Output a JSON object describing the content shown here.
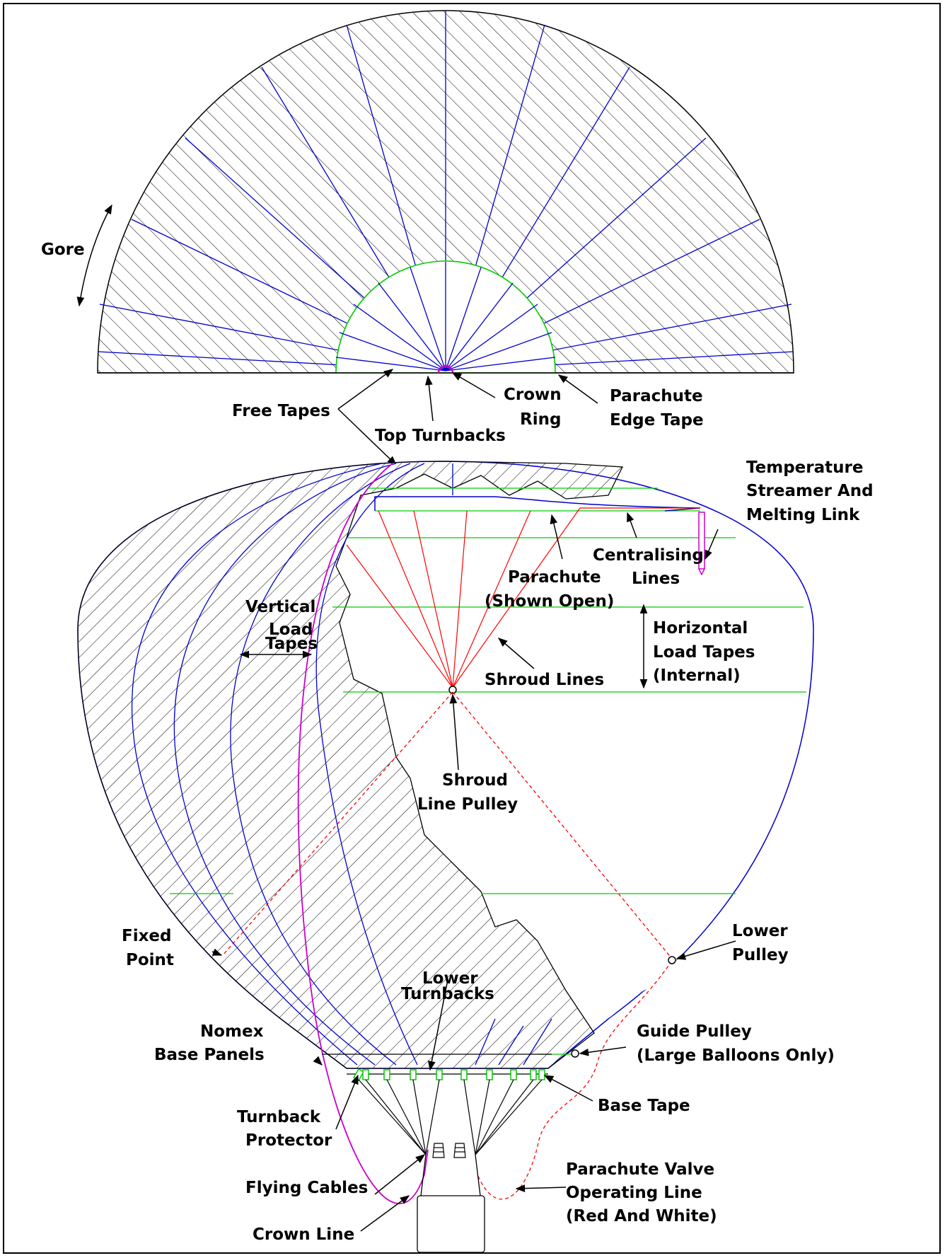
{
  "labels": {
    "gore": "Gore",
    "free_tapes": "Free Tapes",
    "top_turnbacks": "Top Turnbacks",
    "crown_ring_1": "Crown",
    "crown_ring_2": "Ring",
    "parachute_edge_tape_1": "Parachute",
    "parachute_edge_tape_2": "Edge Tape",
    "temperature_1": "Temperature",
    "temperature_2": "Streamer And",
    "temperature_3": "Melting Link",
    "centralising_1": "Centralising",
    "centralising_2": "Lines",
    "parachute_open_1": "Parachute",
    "parachute_open_2": "(Shown Open)",
    "vertical_load_1": "Vertical",
    "vertical_load_2": "Load",
    "vertical_load_3": "Tapes",
    "horizontal_load_1": "Horizontal",
    "horizontal_load_2": "Load Tapes",
    "horizontal_load_3": "(Internal)",
    "shroud_lines": "Shroud Lines",
    "shroud_pulley_1": "Shroud",
    "shroud_pulley_2": "Line Pulley",
    "fixed_point_1": "Fixed",
    "fixed_point_2": "Point",
    "lower_pulley_1": "Lower",
    "lower_pulley_2": "Pulley",
    "lower_turnbacks_1": "Lower",
    "lower_turnbacks_2": "Turnbacks",
    "nomex_1": "Nomex",
    "nomex_2": "Base Panels",
    "guide_pulley_1": "Guide Pulley",
    "guide_pulley_2": "(Large Balloons Only)",
    "base_tape": "Base Tape",
    "turnback_protector_1": "Turnback",
    "turnback_protector_2": "Protector",
    "flying_cables": "Flying Cables",
    "crown_line": "Crown Line",
    "valve_line_1": "Parachute Valve",
    "valve_line_2": "Operating Line",
    "valve_line_3": "(Red And White)"
  },
  "colors": {
    "load_tape": "#0000cc",
    "horizontal_tape": "#00cc00",
    "shroud": "#ff0000",
    "crown_line": "#cc00cc",
    "outline": "#000000"
  }
}
